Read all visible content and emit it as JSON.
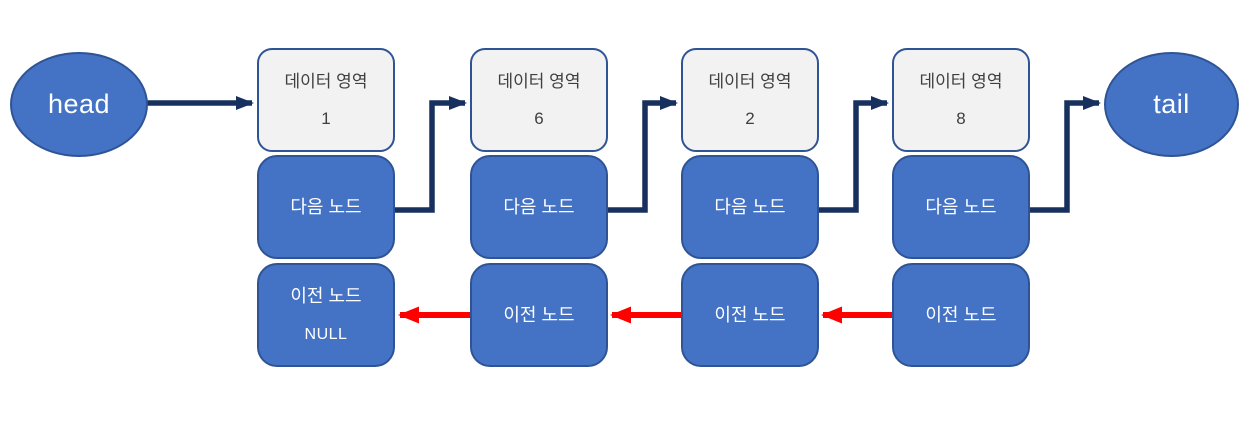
{
  "diagram": {
    "description": "doubly linked list",
    "terminals": {
      "head": "head",
      "tail": "tail"
    },
    "nodes": [
      {
        "data_label": "데이터 영역",
        "value": "1",
        "next_label": "다음 노드",
        "prev_label": "이전 노드",
        "prev_value": "NULL"
      },
      {
        "data_label": "데이터 영역",
        "value": "6",
        "next_label": "다음 노드",
        "prev_label": "이전 노드",
        "prev_value": ""
      },
      {
        "data_label": "데이터 영역",
        "value": "2",
        "next_label": "다음 노드",
        "prev_label": "이전 노드",
        "prev_value": ""
      },
      {
        "data_label": "데이터 영역",
        "value": "8",
        "next_label": "다음 노드",
        "prev_label": "이전 노드",
        "prev_value": ""
      }
    ],
    "colors": {
      "background": "#ffffff",
      "node_fill": "#4472c4",
      "node_border": "#2f5496",
      "data_fill": "#f2f2f2",
      "data_border": "#2f5496",
      "next_arrow": "#17305e",
      "prev_arrow": "#fe0000",
      "text_on_blue": "#ffffff",
      "text_on_gray": "#3f3f3f"
    }
  }
}
